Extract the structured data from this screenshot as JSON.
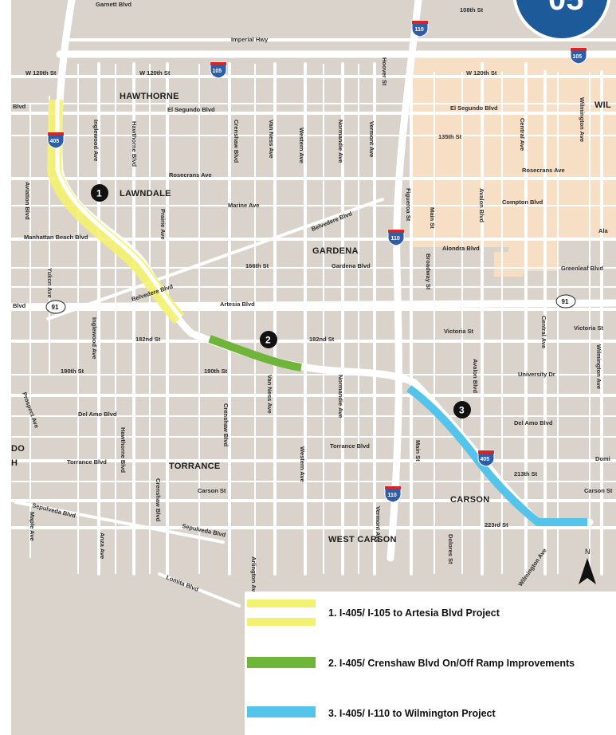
{
  "colors": {
    "land": "#d9d3cc",
    "unincorporated": "#f7dfc6",
    "road": "#ffffff",
    "project1": "#f3f270",
    "project2": "#6fb53a",
    "project3": "#55c4ea",
    "badge_blue": "#1d5a9a"
  },
  "areas": {
    "hawthorne": "HAWTHORNE",
    "lawndale": "LAWNDALE",
    "gardena": "GARDENA",
    "torrance": "TORRANCE",
    "carson": "CARSON",
    "west_carson": "WEST CARSON",
    "partial_do": "DO",
    "partial_h": "H",
    "partial_wil": "WIL"
  },
  "streets": {
    "imperial": "Imperial Hwy",
    "e108": "108th St",
    "w120_left": "W 120th St",
    "w120_mid": "W 120th St",
    "w120_right": "W 120th St",
    "el_segundo_left": "El Segundo Blvd",
    "el_segundo_right": "El Segundo Blvd",
    "blvd_left": "Blvd",
    "rosecrans_left": "Rosecrans Ave",
    "rosecrans_right": "Rosecrans Ave",
    "marine": "Marine Ave",
    "manhattan_beach": "Manhattan Beach Blvd",
    "e135": "135th St",
    "compton": "Compton Blvd",
    "alondra": "Alondra Blvd",
    "gardena_blvd": "Gardena Blvd",
    "s166": "166th St",
    "greenleaf": "Greenleaf Blvd",
    "artesia": "Artesia Blvd",
    "blvd_artesia_left": "Blvd",
    "s182_left": "182nd St",
    "s182_right": "182nd St",
    "victoria_left": "Victoria St",
    "victoria_right": "Victoria St",
    "s190_left": "190th St",
    "s190_right": "190th St",
    "university": "University Dr",
    "del_amo_left": "Del Amo Blvd",
    "del_amo_right": "Del Amo Blvd",
    "torrance_left": "Torrance Blvd",
    "torrance_right": "Torrance Blvd",
    "carson_st_left": "Carson St",
    "carson_st_right": "Carson St",
    "s213": "213th St",
    "s223": "223rd St",
    "belvedere_upper": "Belvedere Blvd",
    "belvedere_lower": "Belvedere Blvd",
    "sepulveda_left": "Sepulveda Blvd",
    "sepulveda_mid": "Sepulveda Blvd",
    "lomita": "Lomita Blvd",
    "wilmington_lower": "Wilmington Ave",
    "aviation": "Aviation Blvd",
    "inglewood_upper": "Inglewood Ave",
    "inglewood_lower": "Inglewood Ave",
    "hawthorne_upper": "Hawthorne Blvd",
    "hawthorne_lower": "Hawthorne Blvd",
    "prairie": "Prairie Ave",
    "crenshaw_upper": "Crenshaw Blvd",
    "crenshaw_lower": "Crenshaw Blvd",
    "van_ness_upper": "Van Ness Ave",
    "van_ness_lower": "Van Ness Ave",
    "western_upper": "Western Ave",
    "western_lower": "Western Ave",
    "normandie_upper": "Normandie Ave",
    "normandie_lower": "Normandie Ave",
    "vermont": "Vermont Ave",
    "figueroa": "Figueroa St",
    "broadway": "Broadway St",
    "main_upper": "Main St",
    "main_lower": "Main St",
    "avalon_upper": "Avalon Blvd",
    "avalon_lower": "Avalon Blvd",
    "central_upper": "Central Ave",
    "central_lower": "Central Ave",
    "wilmington_upper": "Wilmington Ave",
    "wilmington_right": "Wilmington Ave",
    "hoover": "Hoover St",
    "yukon": "Yukon Ave",
    "prospect": "Prospect Ave",
    "anza": "Anza Ave",
    "maple": "Maple Ave",
    "arlington": "Arlington Ave",
    "dolores": "Dolores St",
    "vermont_lower": "Vermont Ave",
    "crenshaw_left": "Crenshaw Blvd",
    "partial_dom": "Domi",
    "partial_ala": "Ala",
    "partial_gar": "Garnett Blvd"
  },
  "shields": {
    "i405": "405",
    "i105": "105",
    "i110": "110",
    "ca91": "91"
  },
  "markers": [
    "1",
    "2",
    "3"
  ],
  "badge_text": "05",
  "north_label": "N",
  "legend": [
    {
      "label": "1. I-405/ I-105 to Artesia Blvd Project",
      "color": "#f3f270"
    },
    {
      "label": "2. I-405/ Crenshaw Blvd On/Off Ramp Improvements",
      "color": "#6fb53a"
    },
    {
      "label": "3. I-405/ I-110 to Wilmington Project",
      "color": "#55c4ea"
    }
  ]
}
